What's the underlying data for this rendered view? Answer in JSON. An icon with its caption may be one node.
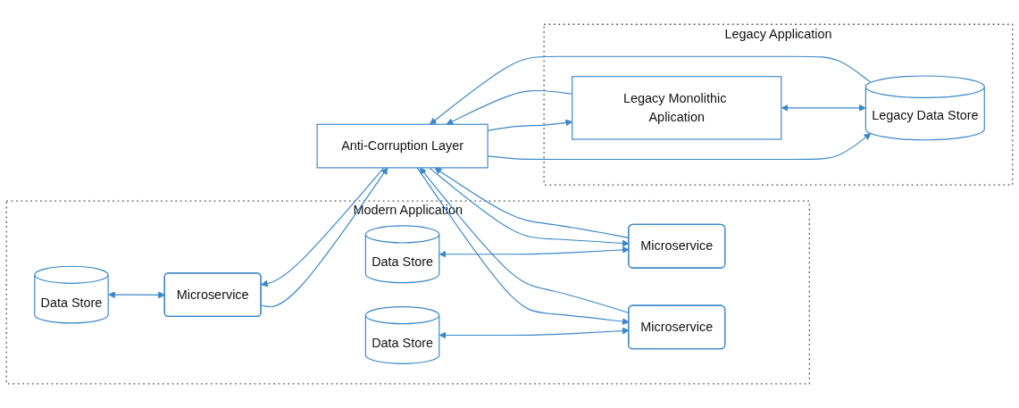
{
  "diagram": {
    "nodes": [
      {
        "text": [
          "Modern Application"
        ]
      },
      {
        "text": [
          "Data Store"
        ],
        "in": 0
      },
      {
        "text": [
          "Microservice"
        ],
        "in": 0
      },
      {
        "text": [
          "Data Store"
        ],
        "in": 0
      },
      {
        "text": [
          "Microservice"
        ],
        "in": 0
      },
      {
        "text": [
          "Data Store"
        ],
        "in": 0
      },
      {
        "text": [
          "Microservice"
        ],
        "in": 0
      },
      {
        "text": [
          "Anti-Corruption Layer"
        ]
      },
      {
        "text": [
          "Legacy Application"
        ]
      },
      {
        "text": [
          "Legacy Monolithic Aplication"
        ],
        "in": 8
      },
      {
        "text": [
          "Legacy Data Store"
        ],
        "in": 8
      }
    ],
    "edges": [
      {
        "from": 1,
        "to": 2,
        "arrow": "both"
      },
      {
        "from": 3,
        "to": 4,
        "arrow": "both"
      },
      {
        "from": 5,
        "to": 6,
        "arrow": "both"
      },
      {
        "from": 7,
        "to": 2,
        "arrow": "to"
      },
      {
        "from": 2,
        "to": 7,
        "arrow": "to"
      },
      {
        "from": 7,
        "to": 4,
        "arrow": "to"
      },
      {
        "from": 4,
        "to": 7,
        "arrow": "to"
      },
      {
        "from": 7,
        "to": 6,
        "arrow": "to"
      },
      {
        "from": 6,
        "to": 7,
        "arrow": "to"
      },
      {
        "from": 9,
        "to": 7,
        "arrow": "to"
      },
      {
        "from": 7,
        "to": 9,
        "arrow": "to"
      },
      {
        "from": 10,
        "to": 7,
        "arrow": "to"
      },
      {
        "from": 7,
        "to": 10,
        "arrow": "to"
      },
      {
        "from": 9,
        "to": 10,
        "arrow": "both"
      }
    ]
  }
}
